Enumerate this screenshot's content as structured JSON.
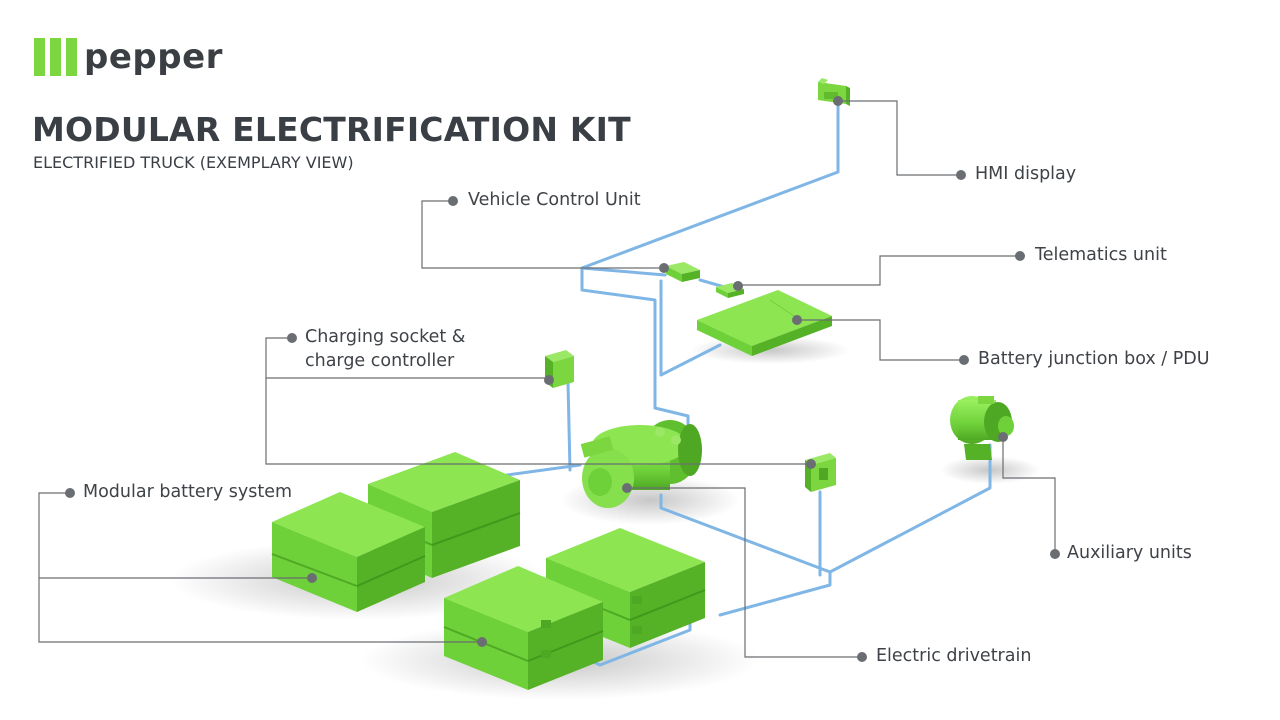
{
  "brand": {
    "logo_text": "pepper",
    "accent_color": "#7bd63f",
    "accent_dark": "#55b125",
    "text_color": "#3a3f45",
    "line_color": "#6a6e72",
    "cable_color": "#7fb6e6"
  },
  "header": {
    "title": "MODULAR ELECTRIFICATION KIT",
    "subtitle": "ELECTRIFIED TRUCK (EXEMPLARY VIEW)"
  },
  "callouts": {
    "hmi": "HMI display",
    "vcu": "Vehicle Control Unit",
    "telematics": "Telematics unit",
    "charging_line1": "Charging socket &",
    "charging_line2": "charge controller",
    "pdu": "Battery junction box / PDU",
    "battery": "Modular battery system",
    "auxiliary": "Auxiliary units",
    "drivetrain": "Electric drivetrain"
  }
}
